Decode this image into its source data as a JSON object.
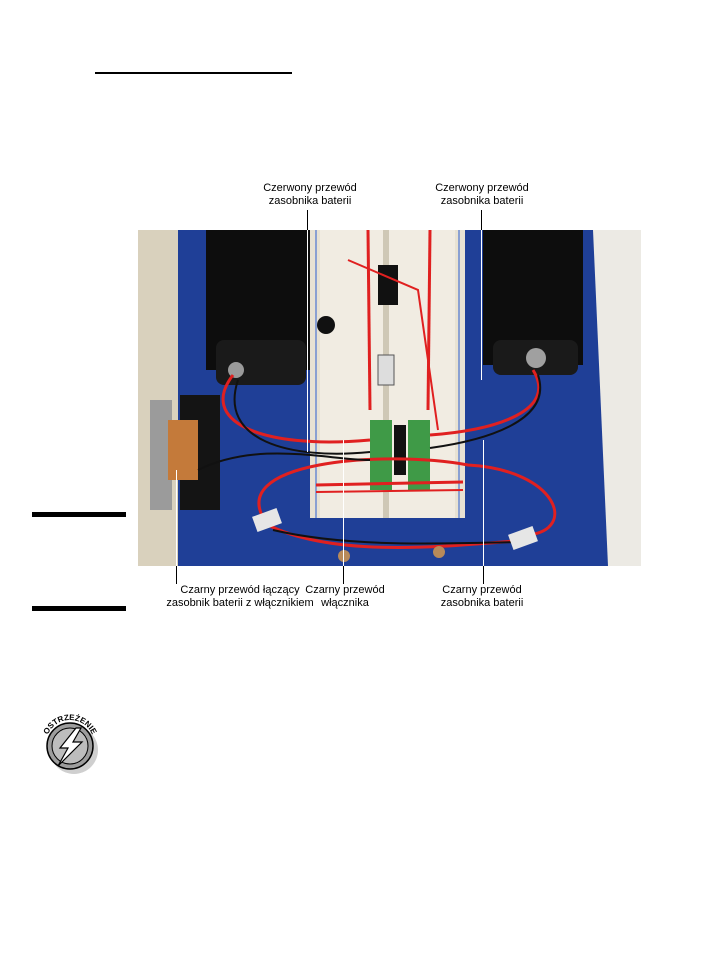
{
  "captions": {
    "top_left": [
      "Czerwony przewód",
      "zasobnika baterii"
    ],
    "top_right": [
      "Czerwony przewód",
      "zasobnika baterii"
    ],
    "bottom_left": [
      "Czarny przewód łączący",
      "zasobnik baterii z włącznikiem"
    ],
    "bottom_mid": [
      "Czarny przewód",
      "włącznika"
    ],
    "bottom_right": [
      "Czarny przewód",
      "zasobnika baterii"
    ]
  },
  "warning_icon": {
    "label": "OSTRZEŻENIE",
    "icon": "lightning-bolt-icon"
  },
  "colors": {
    "photo_background": "#1f3f97",
    "breadboard": "#f1ece2",
    "wire_red": "#e02020",
    "wire_black": "#111111",
    "terminal_green": "#3f9a47"
  }
}
